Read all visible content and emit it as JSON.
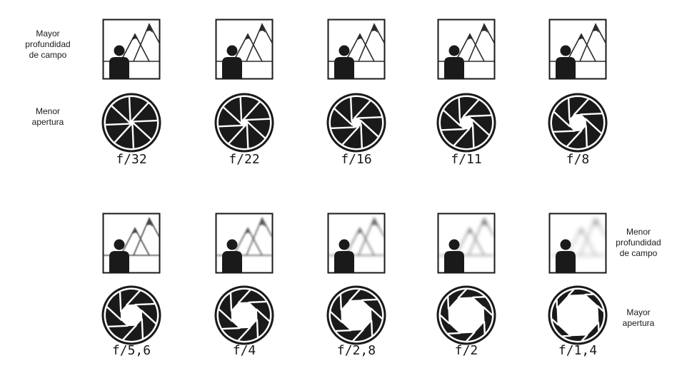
{
  "labels": {
    "top_left_dof": "Mayor\nprofundidad\nde campo",
    "top_left_aperture": "Menor\napertura",
    "bottom_right_dof": "Menor\nprofundidad\nde campo",
    "bottom_right_aperture": "Mayor\napertura"
  },
  "rows": [
    {
      "stops": [
        {
          "label": "f/32",
          "opening": 0.04,
          "blur": 0.0
        },
        {
          "label": "f/22",
          "opening": 0.12,
          "blur": 0.0
        },
        {
          "label": "f/16",
          "opening": 0.2,
          "blur": 0.0
        },
        {
          "label": "f/11",
          "opening": 0.28,
          "blur": 0.0
        },
        {
          "label": "f/8",
          "opening": 0.36,
          "blur": 0.0
        }
      ]
    },
    {
      "stops": [
        {
          "label": "f/5,6",
          "opening": 0.46,
          "blur": 0.25
        },
        {
          "label": "f/4",
          "opening": 0.56,
          "blur": 0.4
        },
        {
          "label": "f/2,8",
          "opening": 0.66,
          "blur": 0.55
        },
        {
          "label": "f/2",
          "opening": 0.78,
          "blur": 0.75
        },
        {
          "label": "f/1,4",
          "opening": 0.9,
          "blur": 1.0
        }
      ]
    }
  ],
  "colors": {
    "ink": "#1a1a1a",
    "paper": "#ffffff",
    "mountain": "#2b2b2b"
  },
  "icons": {
    "scene": "landscape-person-icon",
    "aperture": "aperture-iris-icon"
  }
}
